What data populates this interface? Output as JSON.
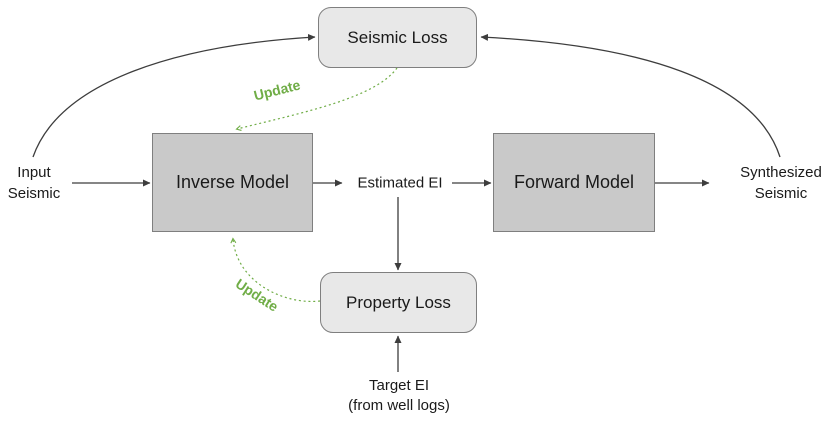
{
  "diagram": {
    "boxes": {
      "seismic_loss": {
        "label": "Seismic Loss"
      },
      "inverse_model": {
        "label": "Inverse Model"
      },
      "forward_model": {
        "label": "Forward Model"
      },
      "property_loss": {
        "label": "Property Loss"
      }
    },
    "labels": {
      "input_seismic": {
        "line1": "Input",
        "line2": "Seismic"
      },
      "estimated_ei": {
        "text": "Estimated EI"
      },
      "synthesized_seismic": {
        "line1": "Synthesized",
        "line2": "Seismic"
      },
      "target_ei": {
        "line1": "Target EI",
        "line2": "(from well logs)"
      }
    },
    "update_labels": {
      "top": "Update",
      "bottom": "Update"
    },
    "colors": {
      "model_box_fill": "#c9c9c9",
      "loss_box_fill": "#e8e8e8",
      "box_border": "#7f7f7f",
      "arrow": "#3d3d3d",
      "update_green": "#70ad47",
      "text": "#1a1a1a",
      "background": "#ffffff"
    }
  }
}
